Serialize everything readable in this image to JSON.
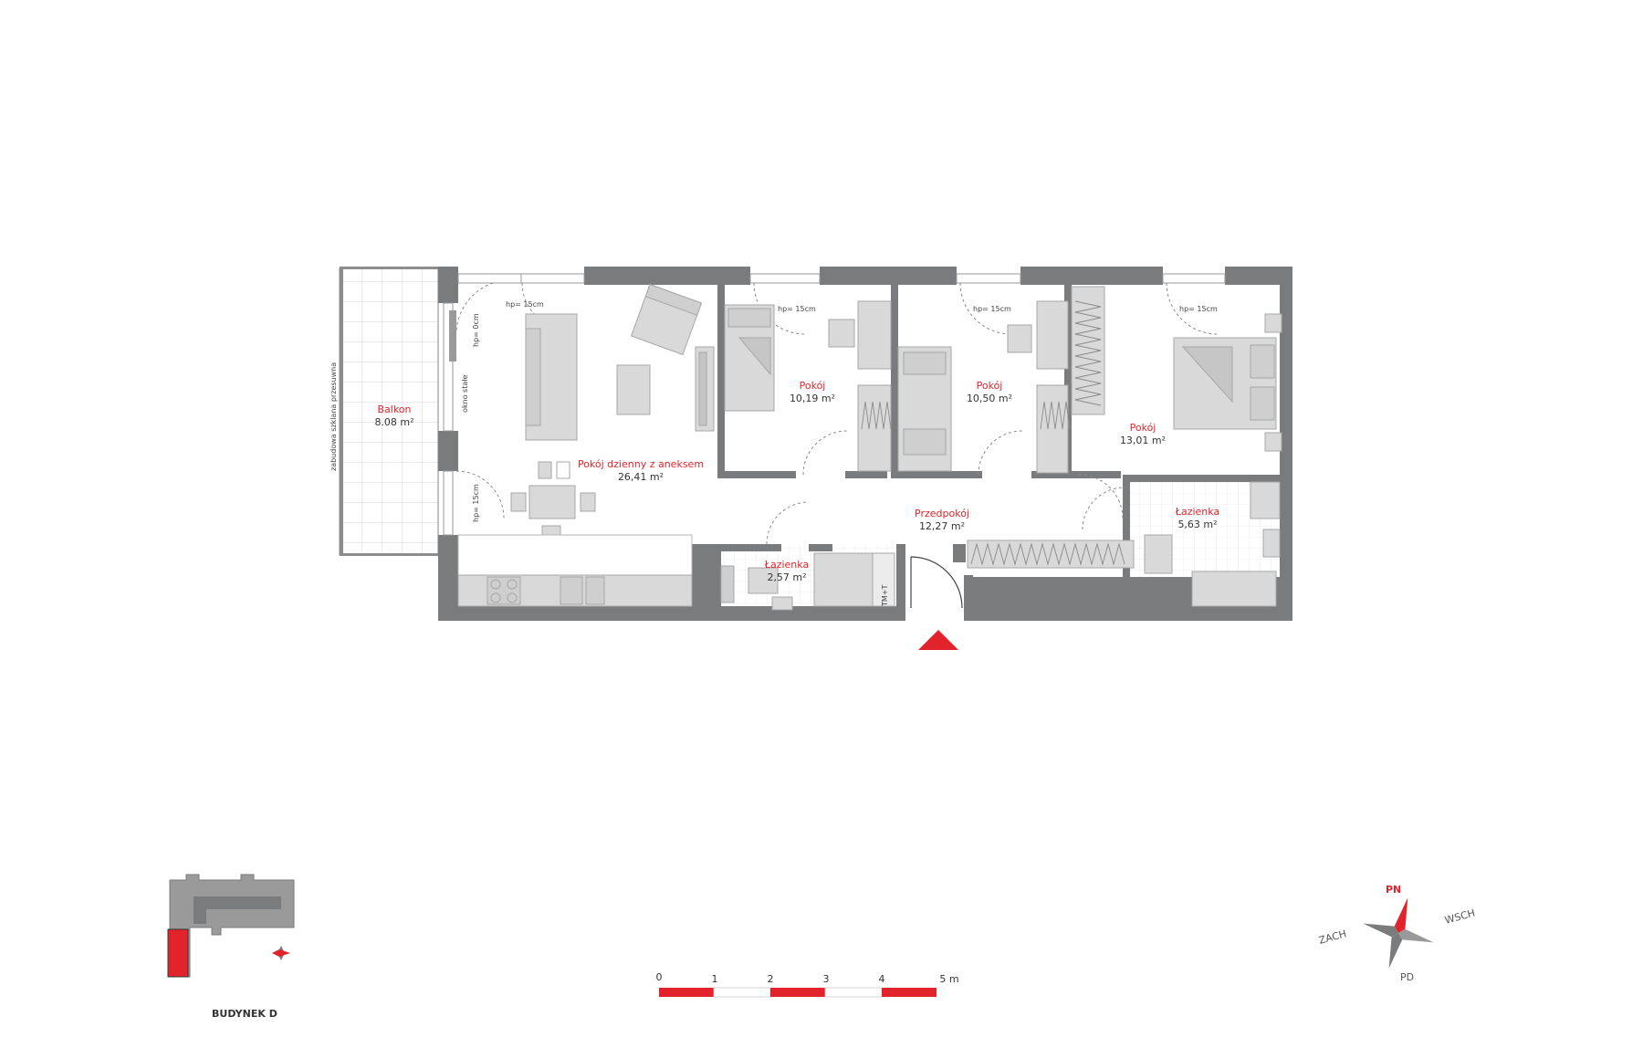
{
  "colors": {
    "wall": "#7a7b7d",
    "furniture": "#d9d9d9",
    "furniture_stroke": "#a7a7a7",
    "accent": "#e2232b",
    "text": "#333333"
  },
  "rooms": {
    "balkon": {
      "name": "Balkon",
      "area": "8.08 m²"
    },
    "living": {
      "name": "Pokój dzienny z aneksem",
      "area": "26,41 m²"
    },
    "room1": {
      "name": "Pokój",
      "area": "10,19 m²"
    },
    "room2": {
      "name": "Pokój",
      "area": "10,50 m²"
    },
    "room3": {
      "name": "Pokój",
      "area": "13,01 m²"
    },
    "bath_small": {
      "name": "Łazienka",
      "area": "2,57 m²"
    },
    "hall": {
      "name": "Przedpokój",
      "area": "12,27 m²"
    },
    "bath_large": {
      "name": "Łazienka",
      "area": "5,63 m²"
    }
  },
  "notes": {
    "glazing": "zabudowa szklana przesuwna",
    "fixed_window": "okno stałe",
    "hp0": "hp= 0cm",
    "hp15": "hp= 15cm",
    "meter": "TM+T"
  },
  "scale": {
    "labels": [
      "0",
      "1",
      "2",
      "3",
      "4",
      "5 m"
    ]
  },
  "compass": {
    "n": "PN",
    "e": "WSCH",
    "w": "ZACH",
    "s": "PD"
  },
  "building": {
    "prefix": "BUDYNEK ",
    "letter": "D"
  }
}
